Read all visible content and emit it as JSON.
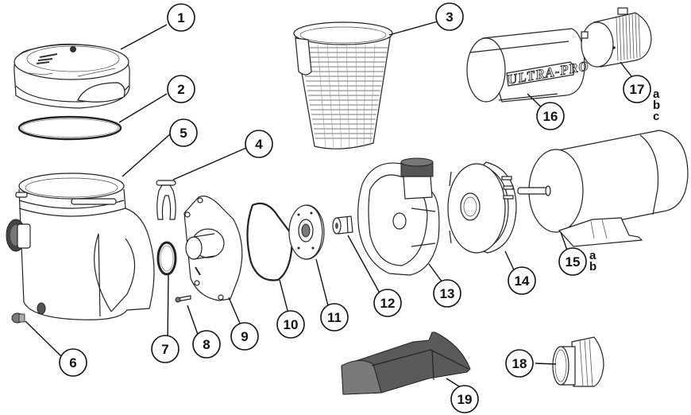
{
  "diagram": {
    "title": "Pool pump exploded parts diagram",
    "logo_text": "ULTRA-PRO",
    "callouts": [
      {
        "number": "1",
        "part": "lid"
      },
      {
        "number": "2",
        "part": "lid-o-ring"
      },
      {
        "number": "3",
        "part": "strainer-basket"
      },
      {
        "number": "4",
        "part": "retaining-clip"
      },
      {
        "number": "5",
        "part": "strainer-housing"
      },
      {
        "number": "6",
        "part": "drain-plug"
      },
      {
        "number": "7",
        "part": "diffuser-o-ring"
      },
      {
        "number": "8",
        "part": "screw"
      },
      {
        "number": "9",
        "part": "diffuser"
      },
      {
        "number": "10",
        "part": "volute-o-ring"
      },
      {
        "number": "11",
        "part": "impeller"
      },
      {
        "number": "12",
        "part": "mechanical-seal"
      },
      {
        "number": "13",
        "part": "volute"
      },
      {
        "number": "14",
        "part": "seal-plate"
      },
      {
        "number": "15",
        "part": "motor",
        "suffix": [
          "a",
          "b"
        ]
      },
      {
        "number": "16",
        "part": "motor-cover"
      },
      {
        "number": "17",
        "part": "motor-end-cap",
        "suffix": [
          "a",
          "b",
          "c"
        ]
      },
      {
        "number": "18",
        "part": "union-fitting"
      },
      {
        "number": "19",
        "part": "mounting-base"
      }
    ]
  }
}
